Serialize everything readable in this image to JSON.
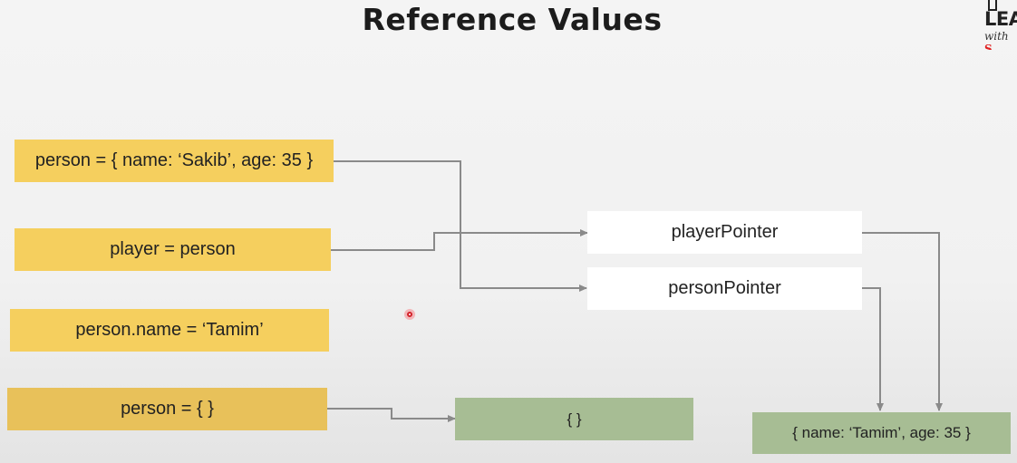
{
  "title": "Reference Values",
  "logo": {
    "text": "LEA",
    "subtext": "with",
    "subtext_accent": "S"
  },
  "statements": [
    "person = { name: ‘Sakib’, age: 35 }",
    "player = person",
    "person.name = ‘Tamim’",
    "person = { }"
  ],
  "pointers": {
    "player": "playerPointer",
    "person": "personPointer"
  },
  "objects": {
    "empty": "{ }",
    "person_obj": "{ name: ‘Tamim’, age: 35 }"
  },
  "colors": {
    "statement_box": "#f5cf5e",
    "pointer_box": "#ffffff",
    "object_box": "#a7bd94",
    "arrow": "#8a8a8a"
  }
}
